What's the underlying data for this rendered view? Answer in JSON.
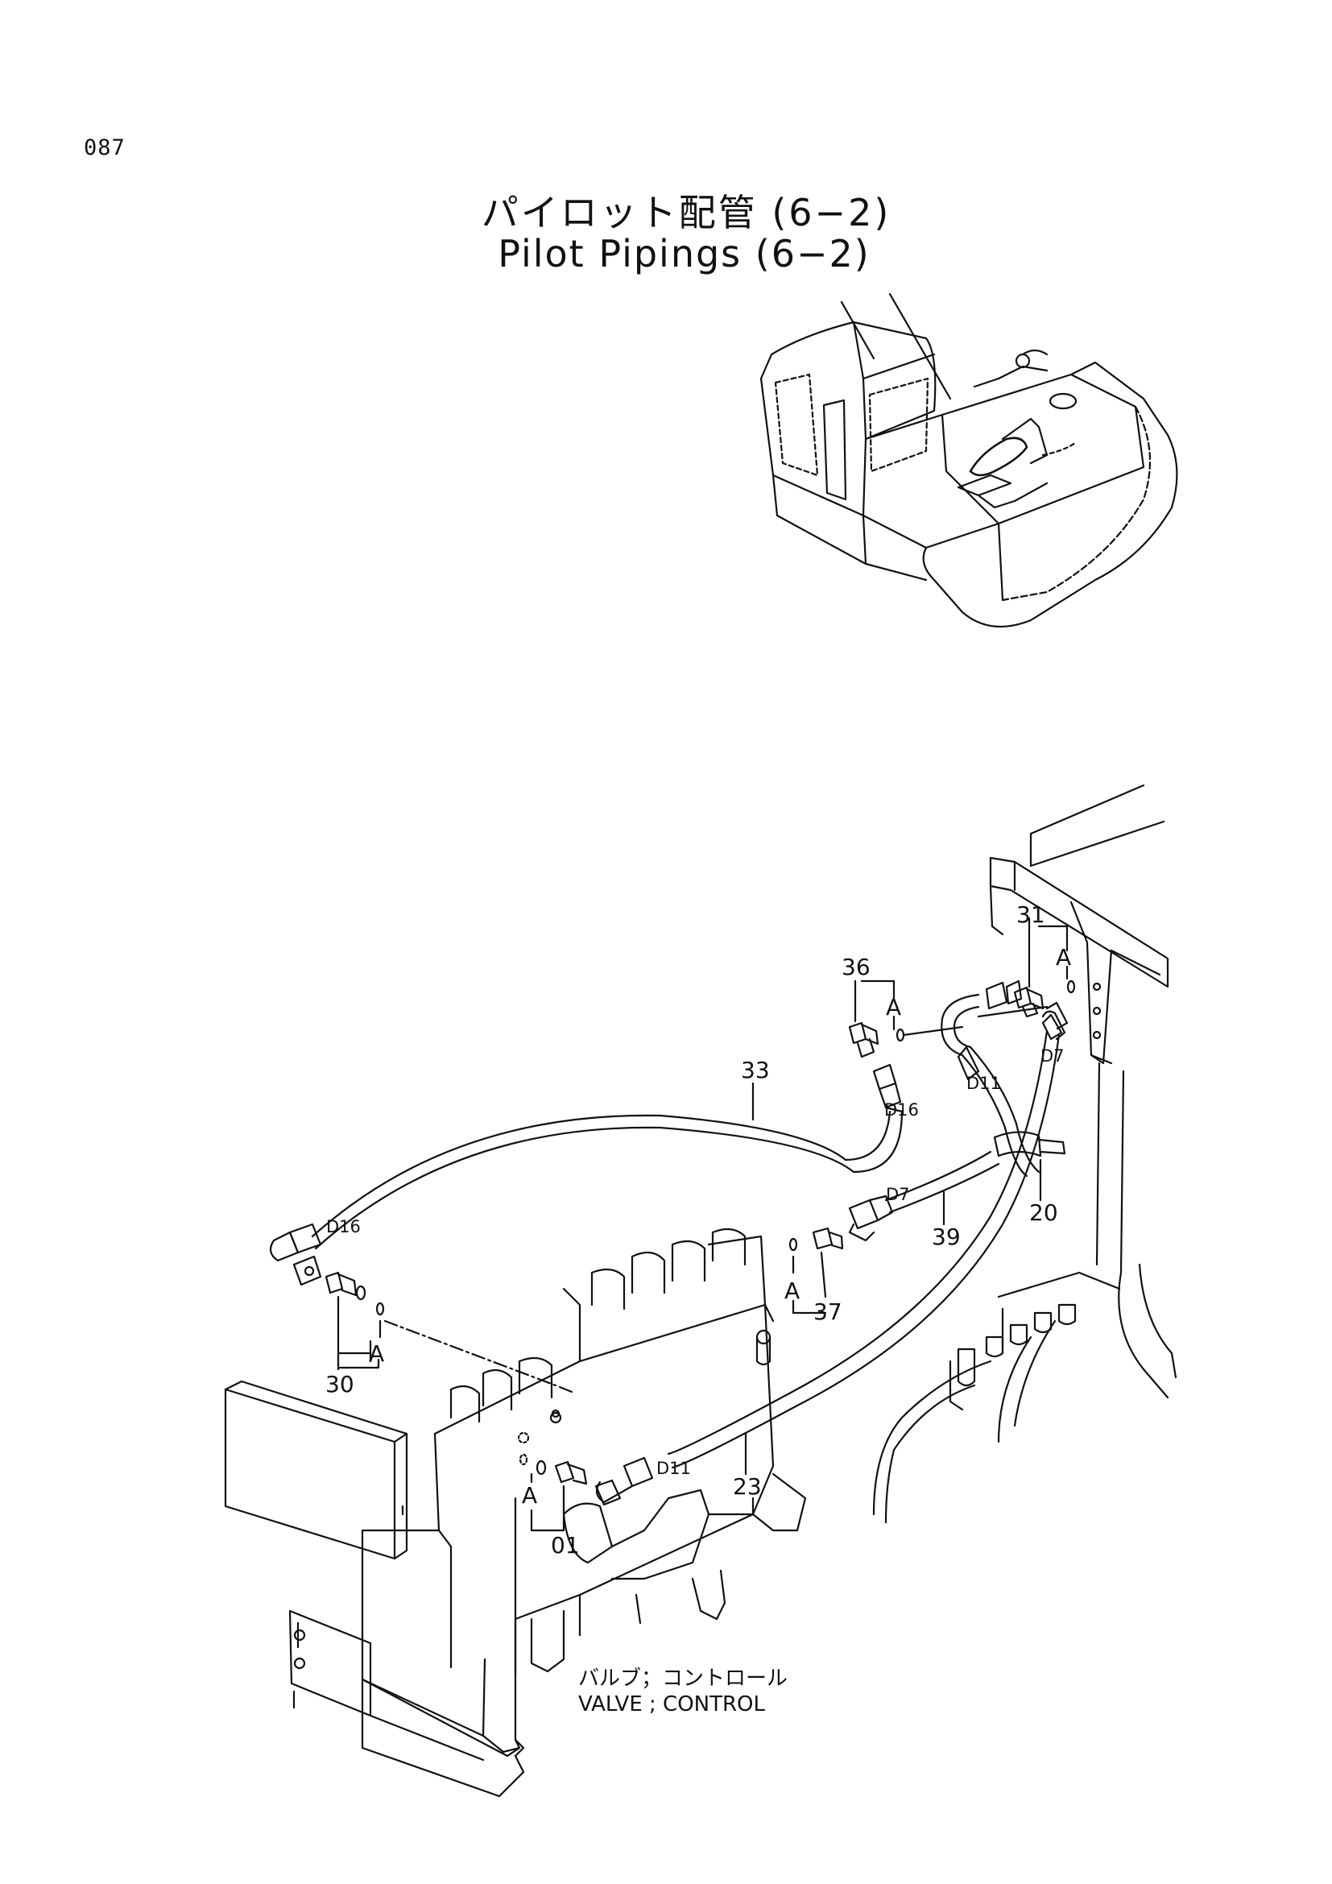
{
  "page": {
    "number": "087",
    "title_jp": "パイロット配管 (6−2)",
    "title_en": "Pilot Pipings (6−2)"
  },
  "callouts": {
    "p01": "01",
    "p20": "20",
    "p23": "23",
    "p30": "30",
    "p31": "31",
    "p33": "33",
    "p36": "36",
    "p37": "37",
    "p39": "39",
    "a1": "A",
    "a2": "A",
    "a3": "A",
    "a4": "A",
    "a5": "A"
  },
  "hose_ends": {
    "d16_top": "D16",
    "d16_left": "D16",
    "d11_top": "D11",
    "d11_bottom": "D11",
    "d7_top": "D7",
    "d7_mid": "D7"
  },
  "valve_caption": {
    "jp": "バルブ；コントロール",
    "en": "VALVE ; CONTROL"
  }
}
